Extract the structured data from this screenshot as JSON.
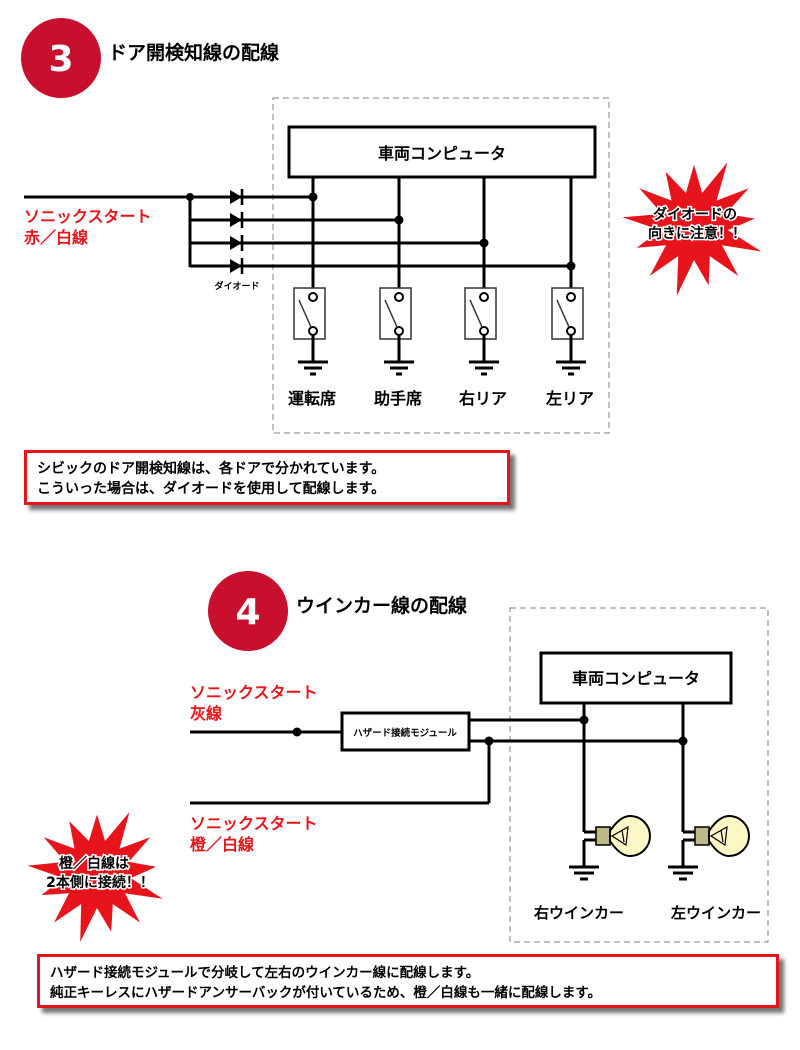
{
  "colors": {
    "badge": "#c8102e",
    "accent_red": "#e8141c",
    "wire": "#000000",
    "dashed_border": "#808080",
    "bulb_fill": "#fdf7c6",
    "starburst": "#e8141c"
  },
  "section3": {
    "badge_number": "3",
    "title": "ドア開検知線の配線",
    "input_label_line1": "ソニックスタート",
    "input_label_line2": "赤／白線",
    "diode_label": "ダイオード",
    "computer_label": "車両コンピュータ",
    "doors": [
      {
        "label": "運転席"
      },
      {
        "label": "助手席"
      },
      {
        "label": "右リア"
      },
      {
        "label": "左リア"
      }
    ],
    "warning_line1": "ダイオードの",
    "warning_line2": "向きに注意！！",
    "note_line1": "シビックのドア開検知線は、各ドアで分かれています。",
    "note_line2": "こういった場合は、ダイオードを使用して配線します。"
  },
  "section4": {
    "badge_number": "4",
    "title": "ウインカー線の配線",
    "gray_label_line1": "ソニックスタート",
    "gray_label_line2": "灰線",
    "orange_label_line1": "ソニックスタート",
    "orange_label_line2": "橙／白線",
    "module_label": "ハザード接続モジュール",
    "computer_label": "車両コンピュータ",
    "blinkers": [
      {
        "label": "右ウインカー"
      },
      {
        "label": "左ウインカー"
      }
    ],
    "warning_line1": "橙／白線は",
    "warning_line2": "2本側に接続！！",
    "note_line1": "ハザード接続モジュールで分岐して左右のウインカー線に配線します。",
    "note_line2": "純正キーレスにハザードアンサーバックが付いているため、橙／白線も一緒に配線します。"
  }
}
